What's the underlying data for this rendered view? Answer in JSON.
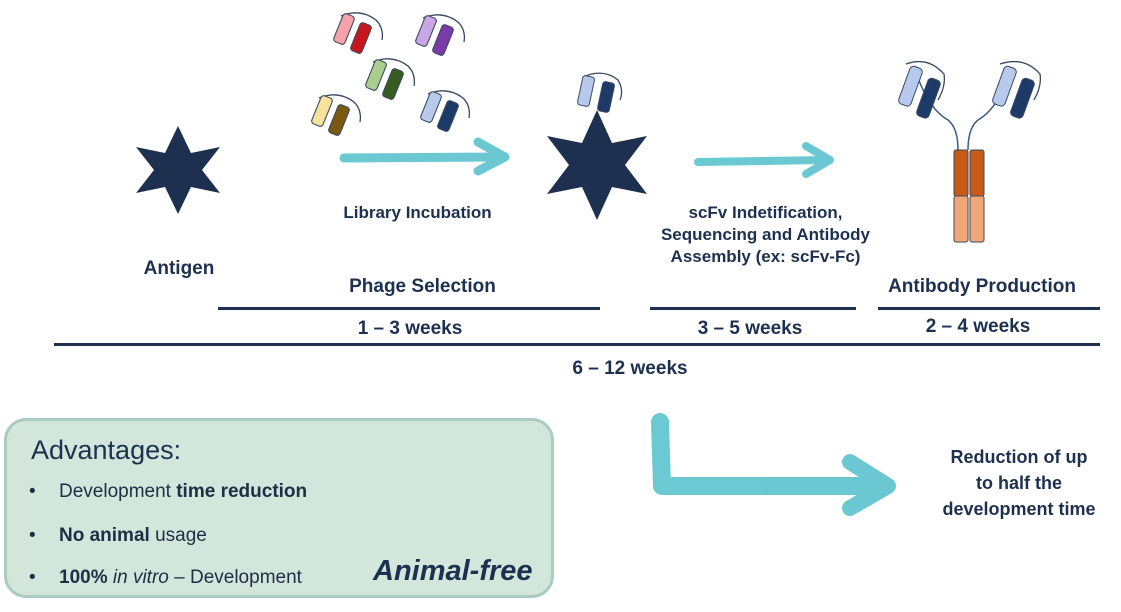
{
  "stages": {
    "antigen": "Antigen",
    "library_incubation": "Library Incubation",
    "phage_selection": "Phage Selection",
    "identification_line1": "scFv Indetification,",
    "identification_line2": "Sequencing and Antibody",
    "identification_line3": "Assembly (ex: scFv-Fc)",
    "antibody_production": "Antibody Production"
  },
  "timeline": {
    "phage_weeks": "1 – 3 weeks",
    "identification_weeks": "3 – 5 weeks",
    "production_weeks": "2 – 4 weeks",
    "total_weeks": "6 – 12 weeks"
  },
  "advantages": {
    "title": "Advantages:",
    "bullet": "•",
    "item1_pre": "Development ",
    "item1_bold": "time reduction",
    "item2_bold": "No animal",
    "item2_post": " usage",
    "item3_bold": "100%",
    "item3_italic": " in vitro",
    "item3_post": " – Development",
    "badge": "Animal-free"
  },
  "result": {
    "line1": "Reduction of up",
    "line2": "to half the",
    "line3": "development time"
  },
  "colors": {
    "navy": "#1e3050",
    "arrow_teal": "#5bc3cf",
    "box_fill": "#d3e6dc",
    "box_border": "#a8ccbd",
    "heavy_orange": "#c65a16",
    "light_orange": "#f0a878"
  },
  "icons": [
    "antigen-star-icon",
    "scfv-fragment-icon",
    "teal-arrow-icon",
    "antibody-icon",
    "mouse-icon",
    "x-mark-icon"
  ]
}
